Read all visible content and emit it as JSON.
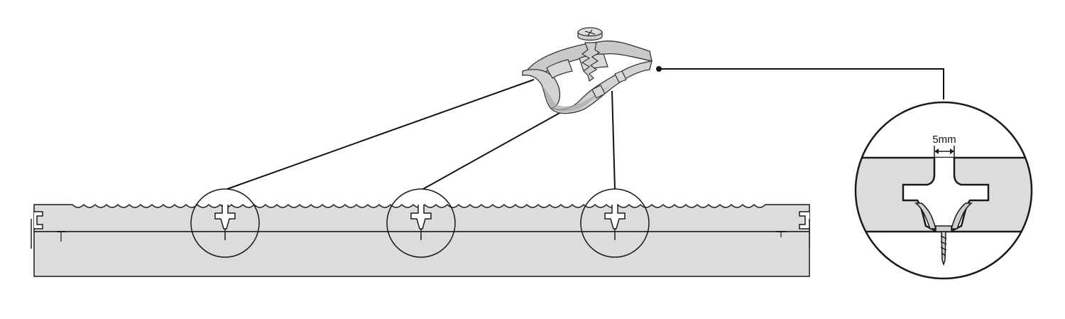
{
  "diagram": {
    "gap_label": "5mm",
    "colors": {
      "board_fill": "#dcdcdc",
      "board_stroke": "#1a1a1a",
      "clip_fill": "#d3d3d3",
      "clip_shadow": "#a9a9a9",
      "line": "#111111",
      "background": "#ffffff"
    },
    "parts": [
      "decking-board",
      "hidden-fastener-clip",
      "clip-screw",
      "joist",
      "detail-callout"
    ]
  }
}
